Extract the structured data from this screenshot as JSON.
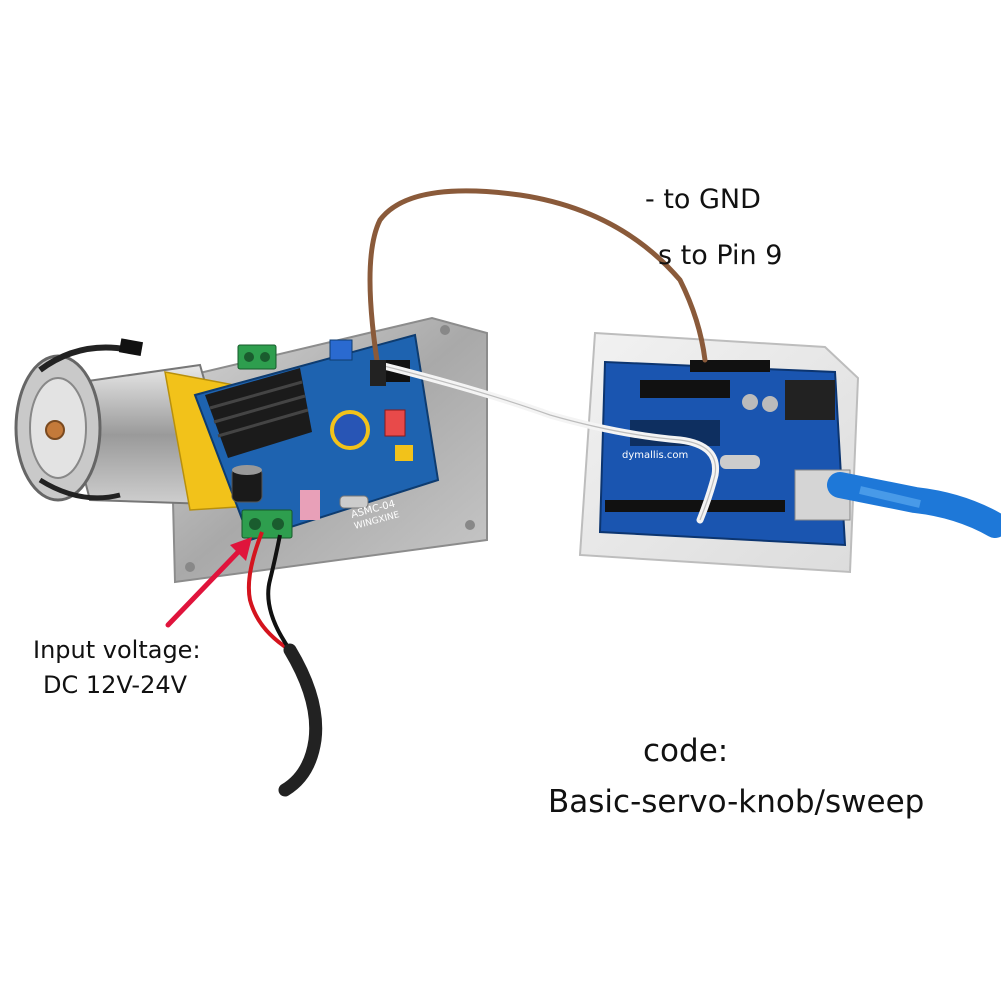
{
  "annotations": {
    "gnd_text": "- to GND",
    "pin_text": "s to Pin 9",
    "input_voltage_line1": "Input voltage:",
    "input_voltage_line2": "DC 12V-24V",
    "code_label": "code:",
    "code_value": "Basic-servo-knob/sweep"
  },
  "board_labels": {
    "driver_model": "ASMC-04",
    "driver_brand": "WINGXINE",
    "arduino_site": "dymallis.com"
  },
  "colors": {
    "pcb_blue": "#1e63b0",
    "arrow_red": "#e0143c",
    "terminal_green": "#2e9e4e",
    "wire_brown": "#8a5a3a",
    "usb_blue": "#1e78d8"
  },
  "icons": [
    "motor-icon",
    "arrow-icon",
    "usb-cable-icon"
  ]
}
